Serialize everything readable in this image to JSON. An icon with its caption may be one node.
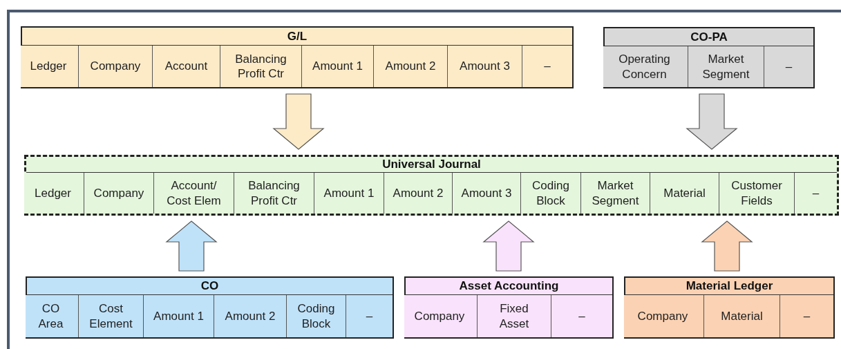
{
  "diagram": {
    "nodes": [
      {
        "text": [
          "G/L"
        ]
      },
      {
        "text": [
          "Ledger"
        ],
        "in": 0
      },
      {
        "text": [
          "Company"
        ],
        "in": 0
      },
      {
        "text": [
          "Account"
        ],
        "in": 0
      },
      {
        "text": [
          "Balancing Profit Ctr"
        ],
        "in": 0
      },
      {
        "text": [
          "Amount 1"
        ],
        "in": 0
      },
      {
        "text": [
          "Amount 2"
        ],
        "in": 0
      },
      {
        "text": [
          "Amount 3"
        ],
        "in": 0
      },
      {
        "text": [
          "–"
        ],
        "in": 0
      },
      {
        "text": [
          "CO-PA"
        ]
      },
      {
        "text": [
          "Operating Concern"
        ],
        "in": 9
      },
      {
        "text": [
          "Market Segment"
        ],
        "in": 9
      },
      {
        "text": [
          "–"
        ],
        "in": 9
      },
      {
        "text": [
          "Universal Journal"
        ]
      },
      {
        "text": [
          "Ledger"
        ],
        "in": 13
      },
      {
        "text": [
          "Company"
        ],
        "in": 13
      },
      {
        "text": [
          "Account/ Cost Elem"
        ],
        "in": 13
      },
      {
        "text": [
          "Balancing Profit Ctr"
        ],
        "in": 13
      },
      {
        "text": [
          "Amount 1"
        ],
        "in": 13
      },
      {
        "text": [
          "Amount 2"
        ],
        "in": 13
      },
      {
        "text": [
          "Amount 3"
        ],
        "in": 13
      },
      {
        "text": [
          "Coding Block"
        ],
        "in": 13
      },
      {
        "text": [
          "Market Segment"
        ],
        "in": 13
      },
      {
        "text": [
          "Material"
        ],
        "in": 13
      },
      {
        "text": [
          "Customer Fields"
        ],
        "in": 13
      },
      {
        "text": [
          "–"
        ],
        "in": 13
      },
      {
        "text": [
          "CO"
        ]
      },
      {
        "text": [
          "CO Area"
        ],
        "in": 26
      },
      {
        "text": [
          "Cost Element"
        ],
        "in": 26
      },
      {
        "text": [
          "Amount 1"
        ],
        "in": 26
      },
      {
        "text": [
          "Amount 2"
        ],
        "in": 26
      },
      {
        "text": [
          "Coding Block"
        ],
        "in": 26
      },
      {
        "text": [
          "–"
        ],
        "in": 26
      },
      {
        "text": [
          "Asset Accounting"
        ]
      },
      {
        "text": [
          "Company"
        ],
        "in": 33
      },
      {
        "text": [
          "Fixed Asset"
        ],
        "in": 33
      },
      {
        "text": [
          "–"
        ],
        "in": 33
      },
      {
        "text": [
          "Material Ledger"
        ]
      },
      {
        "text": [
          "Company"
        ],
        "in": 37
      },
      {
        "text": [
          "Material"
        ],
        "in": 37
      },
      {
        "text": [
          "–"
        ],
        "in": 37
      }
    ],
    "edges": [
      {
        "from": 0,
        "to": 13,
        "arrow": "to",
        "color": "#fdebc8"
      },
      {
        "from": 9,
        "to": 13,
        "arrow": "to",
        "color": "#d9d9d9"
      },
      {
        "from": 26,
        "to": 13,
        "arrow": "to",
        "color": "#bfe2f9"
      },
      {
        "from": 33,
        "to": 13,
        "arrow": "to",
        "color": "#f9e2fb"
      },
      {
        "from": 37,
        "to": 13,
        "arrow": "to",
        "color": "#fbd2b3"
      }
    ]
  }
}
